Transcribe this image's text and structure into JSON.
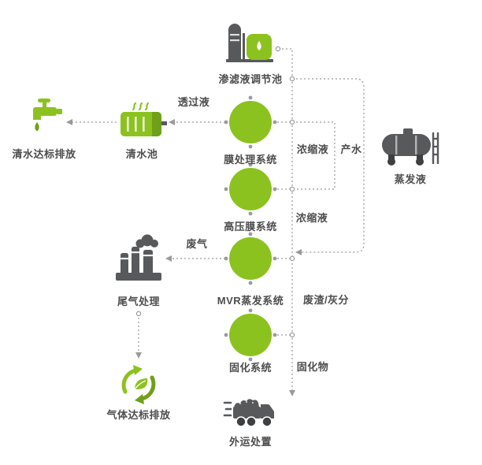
{
  "colors": {
    "accent_green": "#8CC21F",
    "dark_green": "#6FA019",
    "icon_gray": "#58595B",
    "line_gray": "#9A9A9A",
    "label_gray": "#4D4D4D"
  },
  "nodes": {
    "adjust_pool": {
      "label": "渗滤液调节池",
      "icon": "storage-tank-icon"
    },
    "membrane_system": {
      "label": "膜处理系统",
      "icon": "process-circle-icon"
    },
    "high_pressure_membrane": {
      "label": "高压膜系统",
      "icon": "process-circle-icon"
    },
    "mvr_evaporation": {
      "label": "MVR蒸发系统",
      "icon": "process-circle-icon"
    },
    "solidification": {
      "label": "固化系统",
      "icon": "process-circle-icon"
    },
    "outbound_disposal": {
      "label": "外运处置",
      "icon": "dump-truck-icon"
    },
    "clean_water_pool": {
      "label": "清水池",
      "icon": "water-tank-icon"
    },
    "clean_water_discharge": {
      "label": "清水达标排放",
      "icon": "faucet-icon"
    },
    "tail_gas_treatment": {
      "label": "尾气处理",
      "icon": "factory-smoke-icon"
    },
    "gas_discharge": {
      "label": "气体达标排放",
      "icon": "recycle-leaf-icon"
    },
    "evaporate_liquid": {
      "label": "蒸发液",
      "icon": "tanker-icon"
    }
  },
  "streams": {
    "permeate": "透过液",
    "concentrate_1": "浓缩液",
    "product_water": "产水",
    "concentrate_2": "浓缩液",
    "waste_gas": "废气",
    "residue_ash": "废渣/灰分",
    "solidified_matter": "固化物"
  }
}
